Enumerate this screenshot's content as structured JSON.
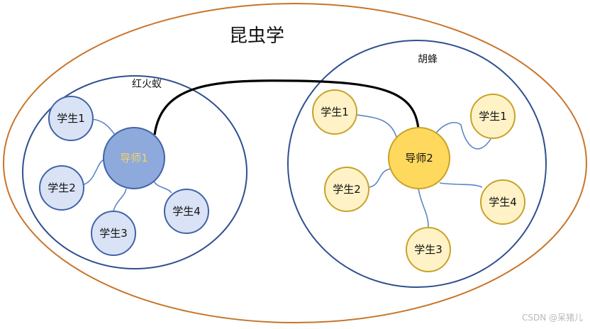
{
  "title": "昆虫学",
  "colors": {
    "outer_border": "#C8742A",
    "group_border": "#2F4F8F",
    "link_thin": "#5B85C6",
    "link_main": "#000000",
    "blue_fill": "#DAE3F6",
    "blue_stroke": "#3F64A8",
    "blue_teacher_fill": "#8EA9DB",
    "blue_teacher_text": "#F2D36B",
    "yellow_fill": "#FFF2C7",
    "yellow_stroke": "#C9A227",
    "yellow_teacher_fill": "#FFD95E"
  },
  "groups": [
    {
      "name": "红火蚁",
      "teacher": "导师1",
      "students": [
        "学生1",
        "学生2",
        "学生3",
        "学生4"
      ]
    },
    {
      "name": "胡蜂",
      "teacher": "导师2",
      "students": [
        "学生1",
        "学生1",
        "学生2",
        "学生3",
        "学生4"
      ]
    }
  ],
  "watermark": "CSDN @呆猪儿"
}
